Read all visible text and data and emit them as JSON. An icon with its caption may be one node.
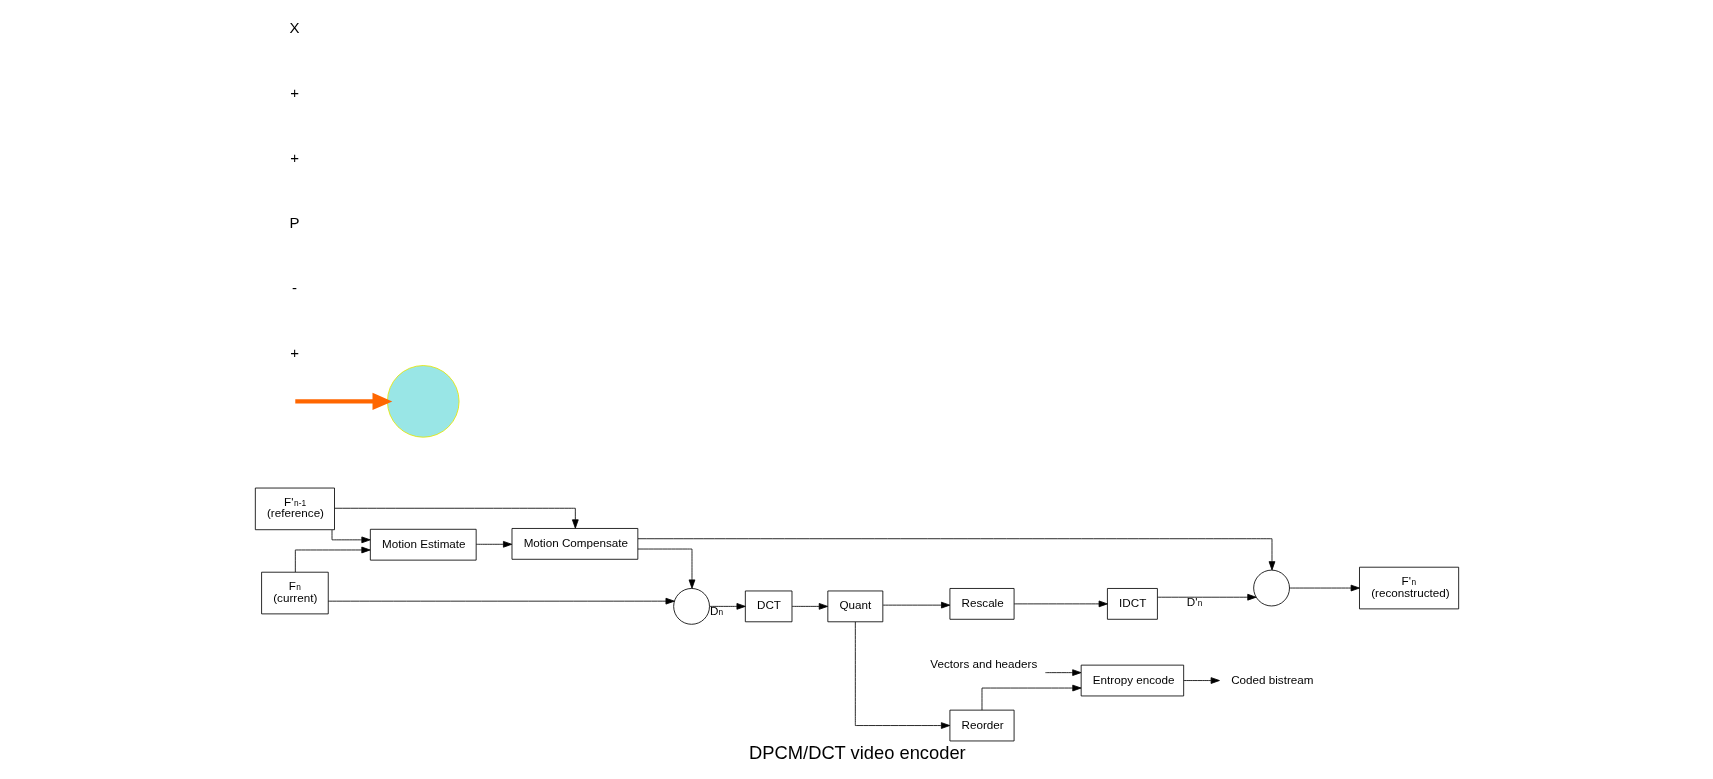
{
  "diagram": {
    "caption": "DPCM/DCT video encoder",
    "nodes": [
      {
        "text": [
          "F$_{n}$",
          "(current)"
        ]
      },
      {
        "text": [
          "Motion Estimate"
        ]
      },
      {
        "text": [
          "F'$_{n-1}$",
          "(reference)"
        ]
      },
      {
        "text": [
          "Motion Compensate"
        ]
      },
      {
        "text": [],
        "shape": "circle"
      },
      {
        "text": [
          "DCT"
        ]
      },
      {
        "text": [
          "Quant"
        ]
      },
      {
        "text": [],
        "shape": "circle"
      },
      {
        "text": [
          "IDCT"
        ]
      },
      {
        "text": [
          "Rescale"
        ]
      },
      {
        "text": [
          "F'$_{n}$",
          "(reconstructed)"
        ]
      },
      {
        "text": [],
        "shape": "circle"
      },
      {
        "text": [
          "Reorder"
        ]
      },
      {
        "text": [
          "Vectors and headers"
        ]
      },
      {
        "text": [
          "Entropy encode"
        ]
      },
      {
        "text": [
          "Coded bistream"
        ]
      }
    ],
    "edges": [
      {
        "from": 0,
        "to": 4,
        "arrow": "to"
      },
      {
        "from": 0,
        "to": 1,
        "arrow": "to"
      },
      {
        "from": 2,
        "to": 1,
        "arrow": "to"
      },
      {
        "from": 2,
        "to": 3,
        "arrow": "to"
      },
      {
        "from": 1,
        "to": 3,
        "arrow": "to"
      },
      {
        "from": 3,
        "to": 4,
        "arrow": "to"
      },
      {
        "from": 3,
        "to": 7,
        "arrow": "to"
      },
      {
        "from": 4,
        "to": 5,
        "arrow": "to",
        "label": "D$_{n}$"
      },
      {
        "from": 5,
        "to": 6,
        "arrow": "to"
      },
      {
        "from": 6,
        "to": 9,
        "arrow": "to"
      },
      {
        "from": 6,
        "to": 12,
        "arrow": "to"
      },
      {
        "from": 9,
        "to": 8,
        "arrow": "to"
      },
      {
        "from": 8,
        "to": 7,
        "arrow": "to",
        "label": "D'$_{n}$"
      },
      {
        "from": 7,
        "to": 10,
        "arrow": "to"
      },
      {
        "from": null,
        "to": 11,
        "arrow": "to",
        "style": "thick",
        "color": "#ff6600"
      },
      {
        "from": 13,
        "to": 14,
        "arrow": "to"
      },
      {
        "from": 12,
        "to": 14,
        "arrow": "to"
      },
      {
        "from": 14,
        "to": 15,
        "arrow": "to"
      }
    ],
    "labels": [
      "+",
      "-",
      "P",
      "+",
      "+",
      "X"
    ]
  }
}
